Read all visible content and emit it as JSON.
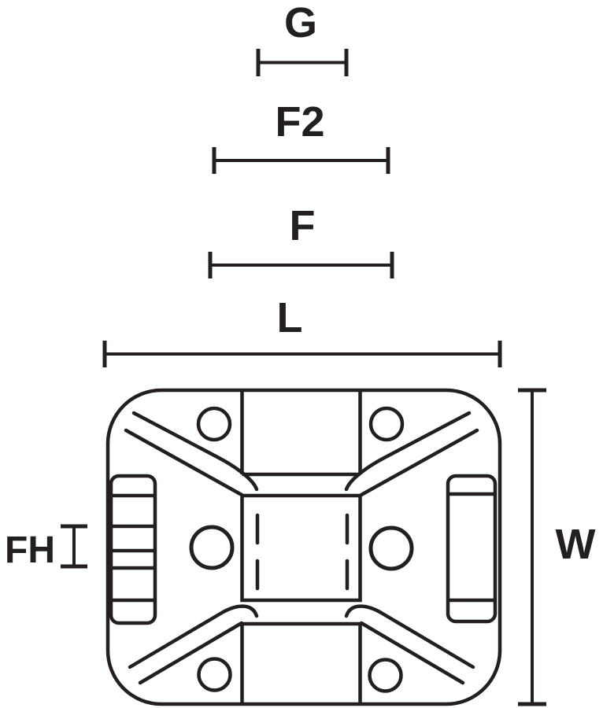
{
  "figure": {
    "kind": "technical-line-drawing",
    "subject": "4-way cable tie mounting base, top view",
    "background_color": "#ffffff",
    "line_color": "#231f20"
  },
  "dimensions": {
    "g": {
      "label": "G"
    },
    "f2": {
      "label": "F2"
    },
    "f": {
      "label": "F"
    },
    "l": {
      "label": "L"
    },
    "w": {
      "label": "W"
    },
    "fh": {
      "label": "FH"
    }
  }
}
